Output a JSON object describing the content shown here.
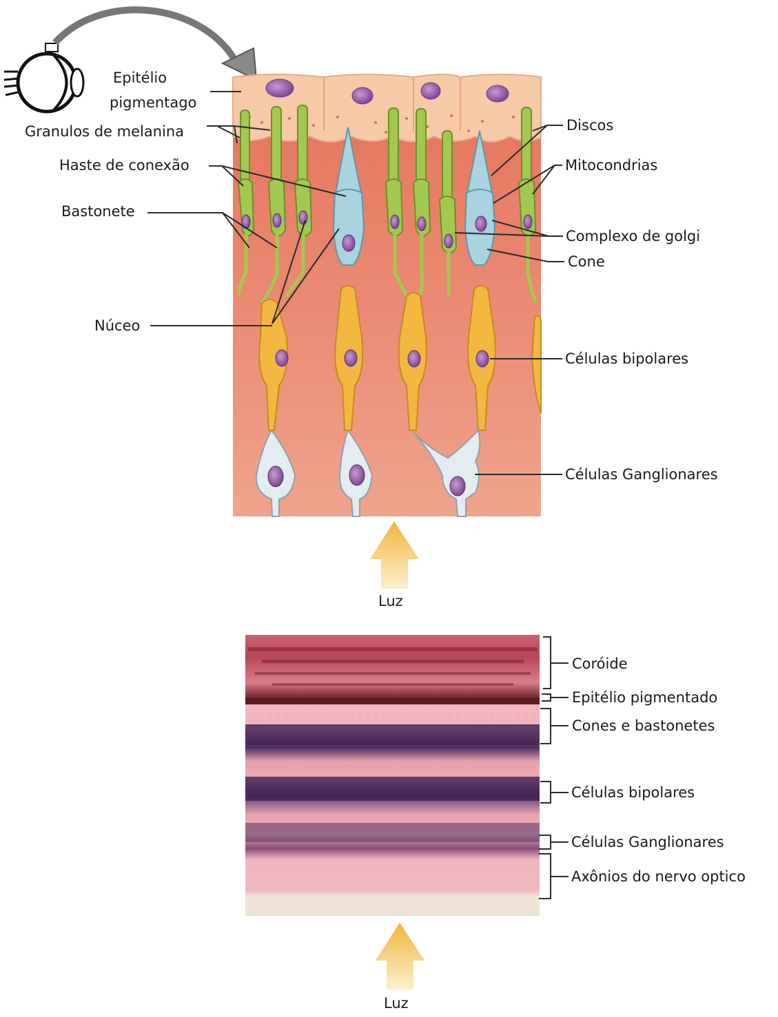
{
  "colors": {
    "background_tissue": "#e98a73",
    "pigment_epithelium": "#f7cba8",
    "rod": "#9cc04a",
    "cone": "#a9d2de",
    "bipolar": "#f2b640",
    "ganglion": "#dfe9ef",
    "nucleus": "#9a63ad",
    "arrow": "#f4c25a",
    "leader": "#333333"
  },
  "top_diagram": {
    "labels": {
      "epitelio_line1": "Epitélio",
      "epitelio_line2": "pigmentago",
      "granulos": "Granulos de melanina",
      "haste": "Haste de conexão",
      "bastonete": "Bastonete",
      "nucleo": "Núceo",
      "discos": "Discos",
      "mitocondrias": "Mitocondrias",
      "golgi": "Complexo de golgi",
      "cone": "Cone",
      "bipolares": "Células bipolares",
      "ganglionares": "Células Ganglionares"
    },
    "light_label": "Luz"
  },
  "histology": {
    "labels": {
      "coroide": "Coróide",
      "epitelio": "Epitélio pigmentado",
      "cones": "Cones e bastonetes",
      "bipolares": "Células bipolares",
      "ganglionares": "Células Ganglionares",
      "axonios": "Axônios do nervo optico"
    },
    "light_label": "Luz"
  }
}
